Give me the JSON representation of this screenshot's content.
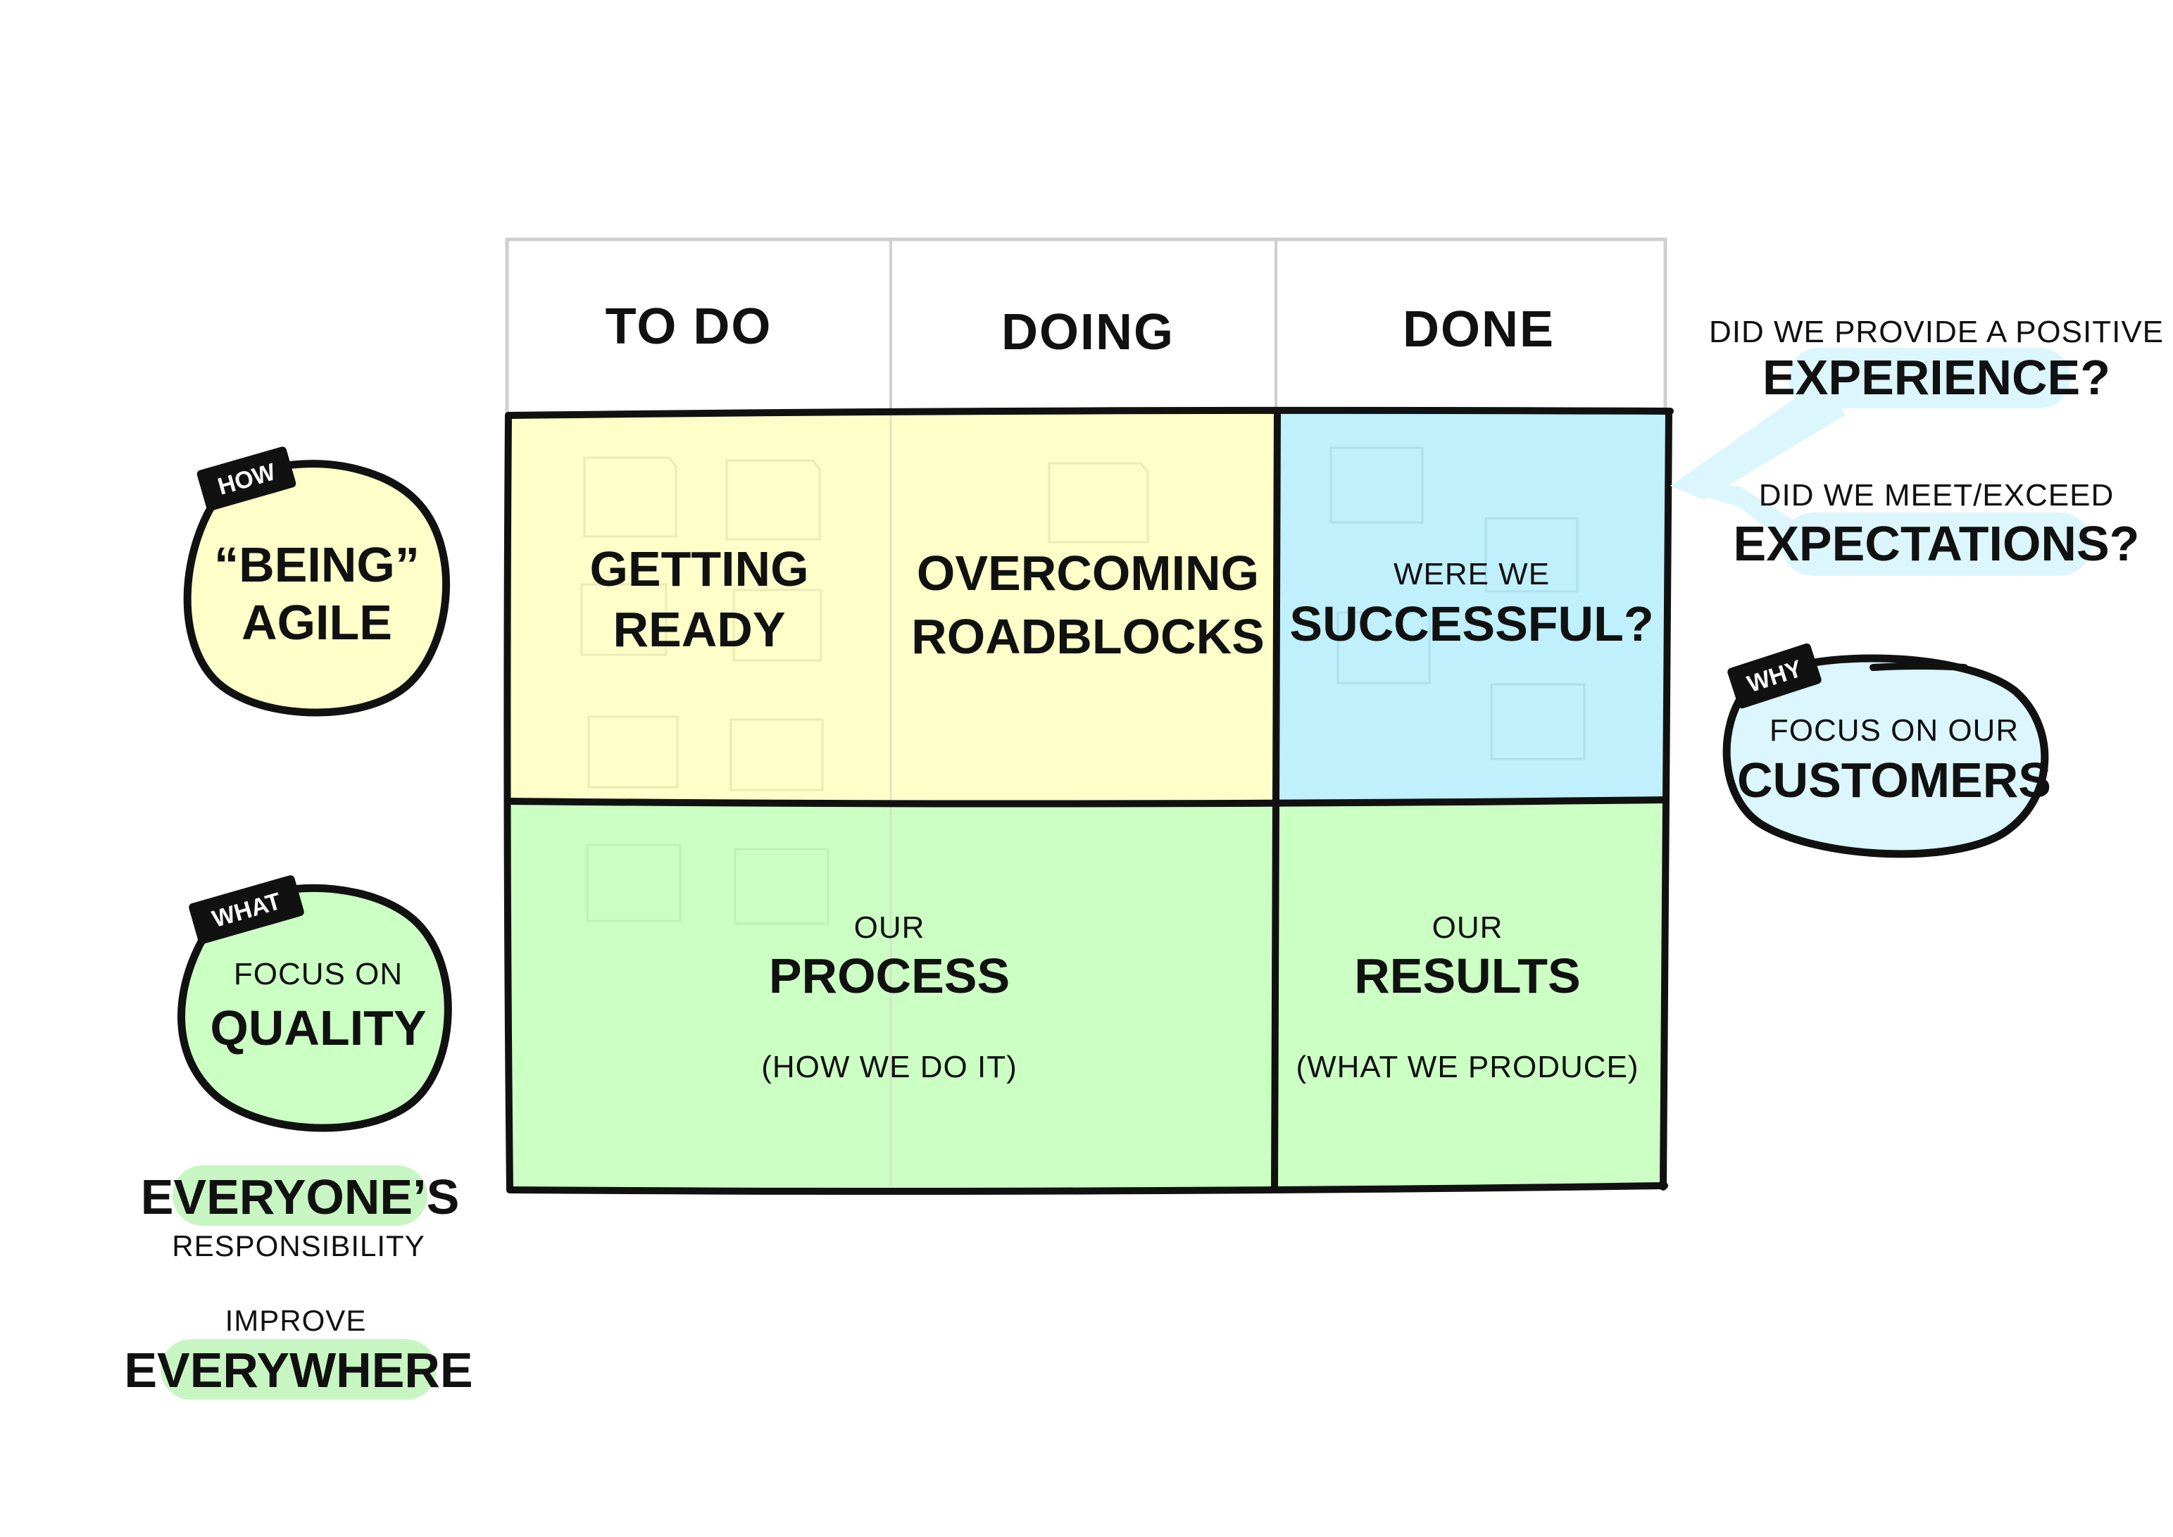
{
  "columns": {
    "todo": "TO DO",
    "doing": "DOING",
    "done": "DONE"
  },
  "cells": {
    "getting_ready": [
      "GETTING",
      "READY"
    ],
    "overcoming": [
      "OVERCOMING",
      "ROADBLOCKS"
    ],
    "successful": {
      "pre": "WERE WE",
      "main": "SUCCESSFUL?"
    },
    "process": {
      "pre": "OUR",
      "main": "PROCESS",
      "sub": "(HOW WE DO IT)"
    },
    "results": {
      "pre": "OUR",
      "main": "RESULTS",
      "sub": "(WHAT WE PRODUCE)"
    }
  },
  "bubbles": {
    "how": {
      "tag": "HOW",
      "lines": [
        "“BEING”",
        "AGILE"
      ]
    },
    "what": {
      "tag": "WHAT",
      "pre": "FOCUS ON",
      "main": "QUALITY"
    },
    "why": {
      "tag": "WHY",
      "pre": "FOCUS ON OUR",
      "main": "CUSTOMERS"
    }
  },
  "questions": {
    "q1": {
      "pre": "DID WE PROVIDE A POSITIVE",
      "main": "EXPERIENCE?"
    },
    "q2": {
      "pre": "DID WE MEET/EXCEED",
      "main": "EXPECTATIONS?"
    }
  },
  "footnotes": {
    "responsibility": {
      "main": "EVERYONE’S",
      "sub": "RESPONSIBILITY"
    },
    "improve": {
      "pre": "IMPROVE",
      "main": "EVERYWHERE"
    }
  },
  "colors": {
    "yellow": "#fefec8",
    "blue": "#bff0fc",
    "green": "#ccffc4",
    "highlight_blue": "#dcf6fd",
    "highlight_green": "#c8f6c2",
    "ink": "#111111",
    "grid_gray": "#cfcfcf"
  }
}
